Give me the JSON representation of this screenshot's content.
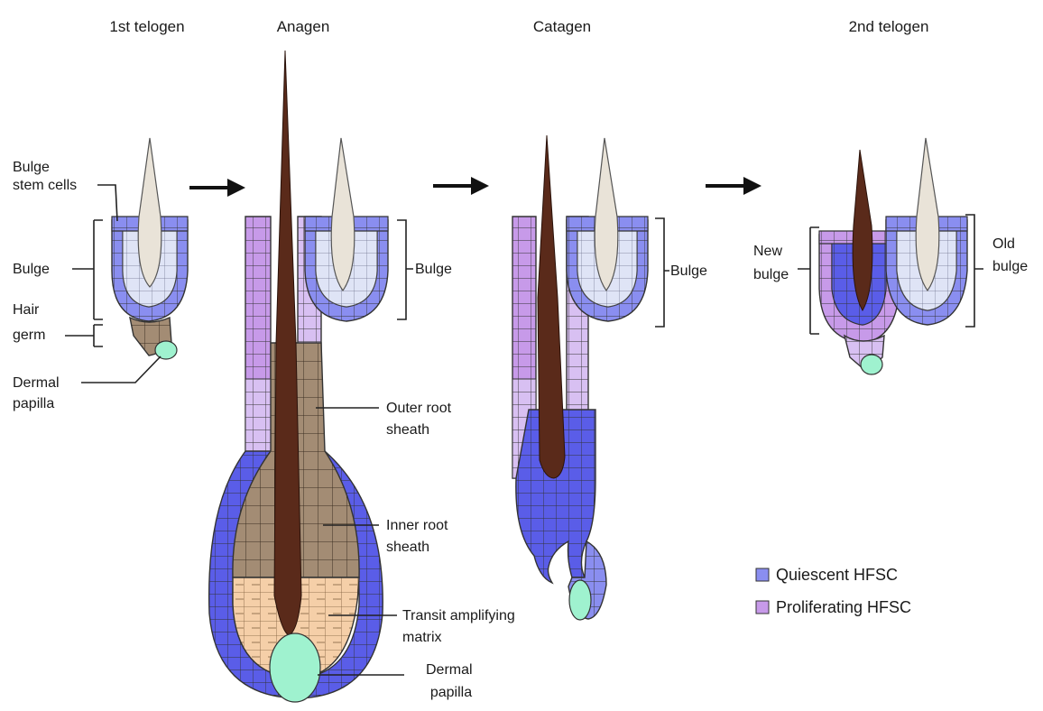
{
  "stages": {
    "first_telogen": "1st telogen",
    "anagen": "Anagen",
    "catagen": "Catagen",
    "second_telogen": "2nd telogen"
  },
  "labels": {
    "bulge_stem_cells": [
      "Bulge",
      "stem cells"
    ],
    "bulge_left": "Bulge",
    "hair_germ": [
      "Hair",
      "germ"
    ],
    "dermal_papilla_left": [
      "Dermal",
      "papilla"
    ],
    "bulge_anagen": "Bulge",
    "outer_root_sheath": [
      "Outer root",
      "sheath"
    ],
    "inner_root_sheath": [
      "Inner root",
      "sheath"
    ],
    "transit_amplifying_matrix": [
      "Transit amplifying",
      "matrix"
    ],
    "dermal_papilla_anagen": [
      "Dermal",
      "papilla"
    ],
    "bulge_catagen": "Bulge",
    "new_bulge": [
      "New",
      "bulge"
    ],
    "old_bulge": [
      "Old",
      "bulge"
    ]
  },
  "legend": [
    {
      "label": "Quiescent HFSC",
      "color": "#8a8ef0"
    },
    {
      "label": "Proliferating HFSC",
      "color": "#c79ae9"
    }
  ],
  "colors": {
    "quiescent": "#8a8ef0",
    "quiescent_dark": "#5a5de8",
    "proliferating": "#c79ae9",
    "proliferating_light": "#d8c0f2",
    "hair_shaft": "#5a2a1a",
    "old_hair": "#e9e3d8",
    "inner_root_sheath": "#a38c74",
    "matrix": "#f5cfa8",
    "dermal_papilla": "#9ff2cf",
    "bulge_inner": "#dfe4f6"
  }
}
